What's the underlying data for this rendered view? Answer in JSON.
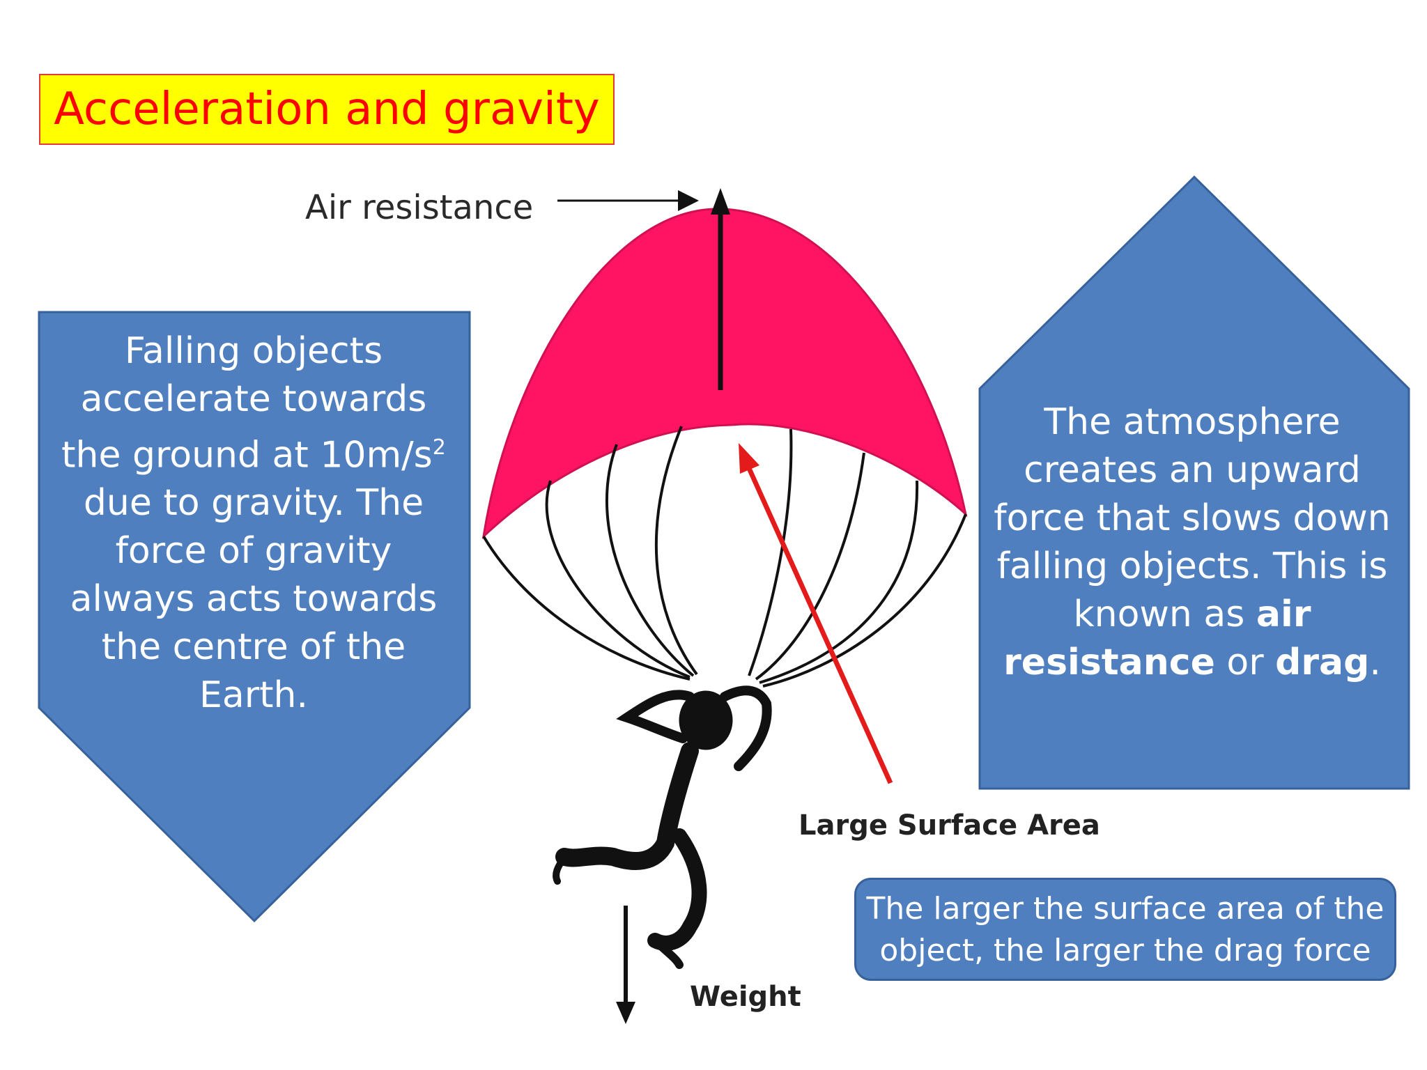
{
  "title": "Acceleration and gravity",
  "labels": {
    "air_resistance": "Air resistance",
    "large_surface_area": "Large Surface Area",
    "weight": "Weight"
  },
  "left_box": {
    "pre": "Falling objects accelerate towards the ground at 10m/s",
    "sup": "2",
    "post": " due to gravity.  The force of gravity always acts towards the centre of the Earth."
  },
  "right_box": {
    "text1": "The atmosphere creates an upward force that slows down falling objects. This is known as ",
    "bold1": "air resistance",
    "text2": " or ",
    "bold2": "drag",
    "text3": "."
  },
  "bottom_box": {
    "text": "The larger the surface area of the object, the larger the drag force"
  },
  "colors": {
    "title_bg": "#ffff00",
    "title_text": "#ff0000",
    "box_fill": "#4f7fbf",
    "canopy": "#ff1464",
    "arrow_red": "#e31b1b"
  },
  "icons": {
    "parachutist": "stick-figure-parachutist-icon"
  }
}
